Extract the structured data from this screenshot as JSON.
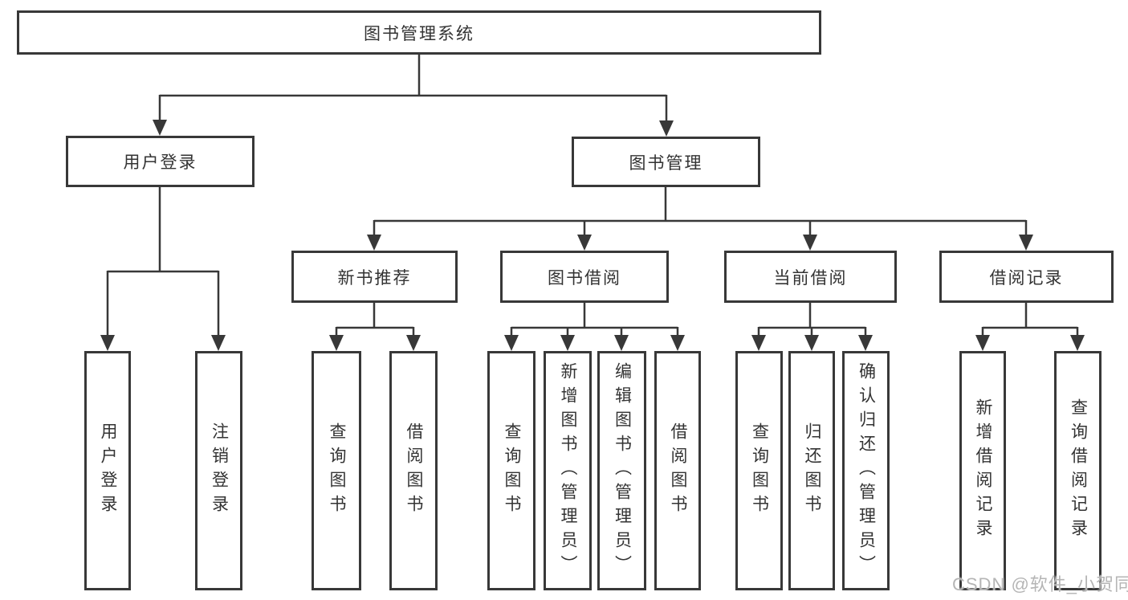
{
  "diagram": {
    "title_node": "图书管理系统",
    "branches": [
      {
        "label": "用户登录",
        "children": [
          "用户登录",
          "注销登录"
        ]
      },
      {
        "label": "图书管理",
        "sections": [
          {
            "label": "新书推荐",
            "children": [
              "查询图书",
              "借阅图书"
            ]
          },
          {
            "label": "图书借阅",
            "children": [
              "查询图书",
              "新增图书（管理员）",
              "编辑图书（管理员）",
              "借阅图书"
            ]
          },
          {
            "label": "当前借阅",
            "children": [
              "查询图书",
              "归还图书",
              "确认归还（管理员）"
            ]
          },
          {
            "label": "借阅记录",
            "children": [
              "新增借阅记录",
              "查询借阅记录"
            ]
          }
        ]
      }
    ]
  },
  "watermark": {
    "text": "CSDN @软件_小贺同学"
  },
  "colors": {
    "line": "#383838",
    "box_border": "#383838",
    "text": "#333333",
    "watermark": "#b5b5b5",
    "background": "#ffffff"
  }
}
